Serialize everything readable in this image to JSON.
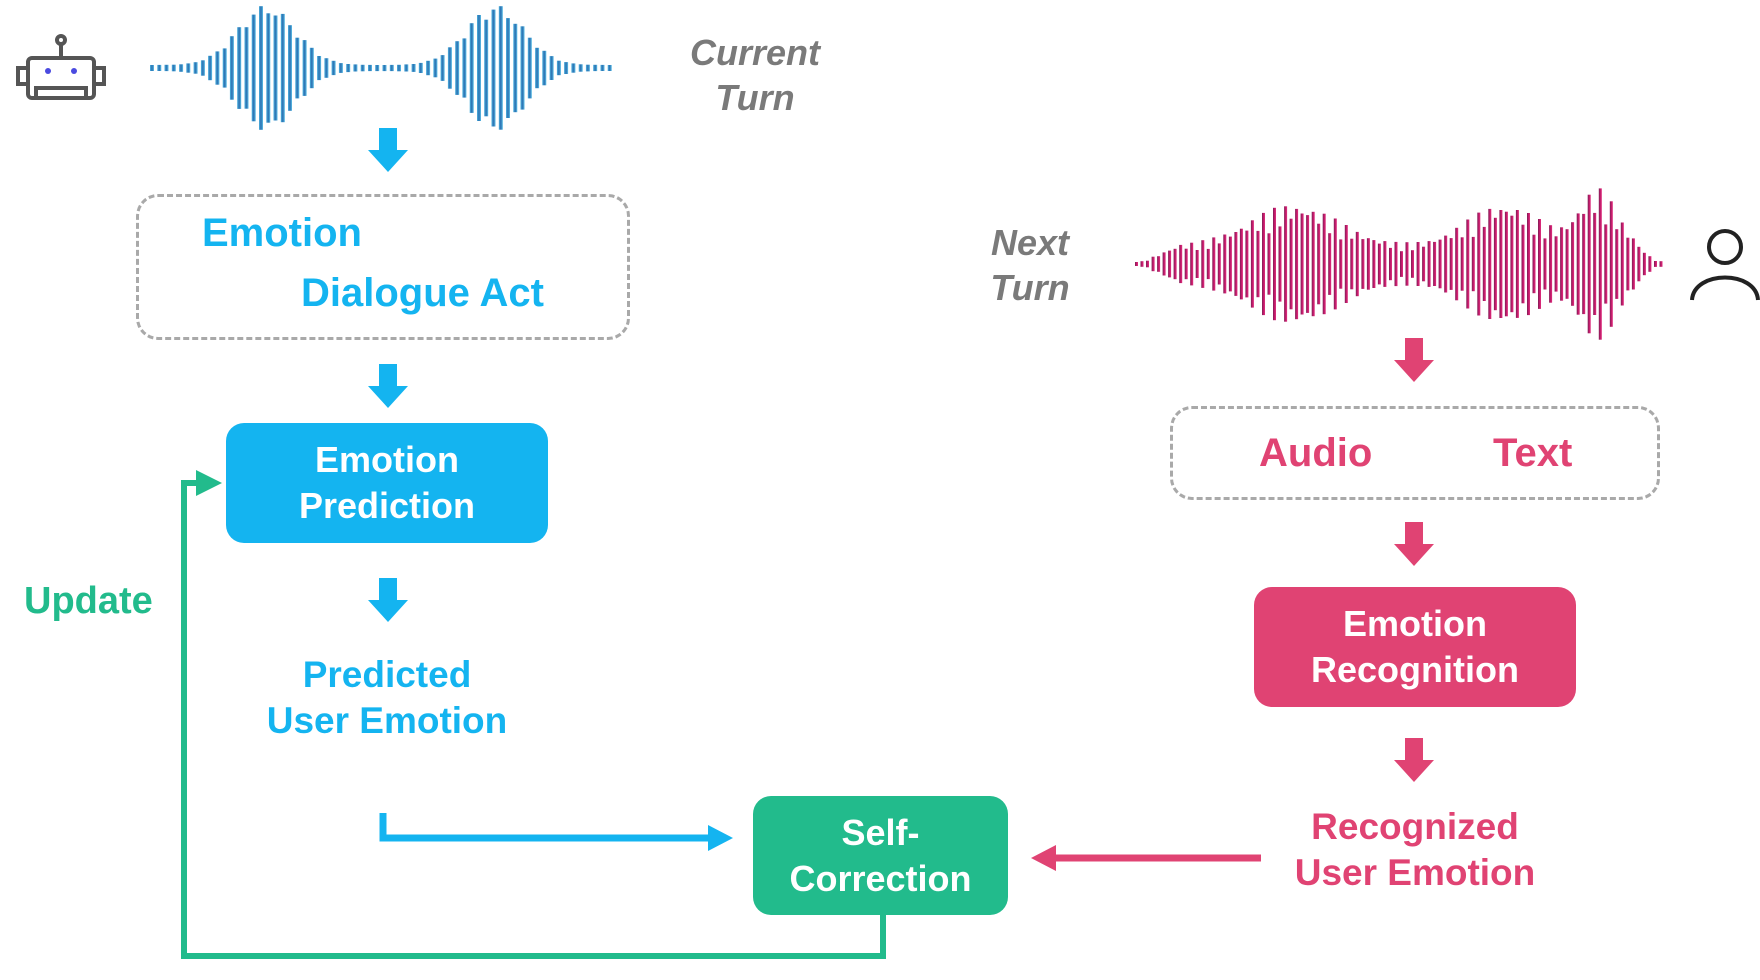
{
  "colors": {
    "blue": "#14b4f0",
    "pink": "#e04373",
    "green": "#22bb8c",
    "gray_text": "#7a7a7a",
    "dashed_border": "#a9a9a9"
  },
  "robot_side": {
    "icon": "robot-icon",
    "waveform_icon": "blue-waveform-icon",
    "turn_label_line1": "Current",
    "turn_label_line2": "Turn",
    "inputs_line1": "Emotion",
    "inputs_line2": "Dialogue Act",
    "process_line1": "Emotion",
    "process_line2": "Prediction",
    "output_line1": "Predicted",
    "output_line2": "User Emotion"
  },
  "user_side": {
    "icon": "user-icon",
    "waveform_icon": "pink-waveform-icon",
    "turn_label_line1": "Next",
    "turn_label_line2": "Turn",
    "input_audio": "Audio",
    "input_text": "Text",
    "process_line1": "Emotion",
    "process_line2": "Recognition",
    "output_line1": "Recognized",
    "output_line2": "User Emotion"
  },
  "correction": {
    "line1": "Self-",
    "line2": "Correction",
    "feedback_label": "Update"
  }
}
